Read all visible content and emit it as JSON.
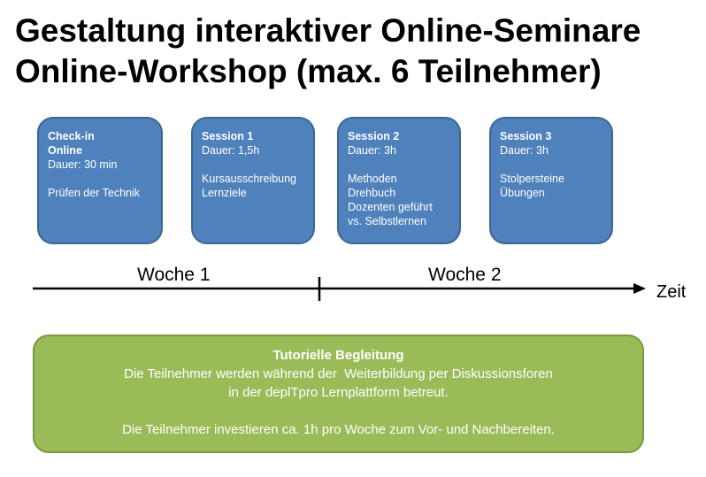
{
  "title": {
    "line1": "Gestaltung interaktiver Online-Seminare",
    "line2": "Online-Workshop (max. 6 Teilnehmer)"
  },
  "sessions": [
    {
      "lines": [
        "Check-in",
        "Online",
        "Dauer: 30 min",
        "",
        "Prüfen der Technik"
      ]
    },
    {
      "lines": [
        "Session 1",
        "Dauer: 1,5h",
        "",
        "Kursausschreibung",
        "Lernziele"
      ]
    },
    {
      "lines": [
        "Session 2",
        "Dauer: 3h",
        "",
        "Methoden",
        "Drehbuch",
        "Dozenten geführt",
        "vs. Selbstlernen"
      ]
    },
    {
      "lines": [
        "Session 3",
        "Dauer: 3h",
        "",
        "Stolpersteine",
        "Übungen"
      ]
    }
  ],
  "timeline": {
    "weeks": [
      "Woche 1",
      "Woche 2"
    ],
    "axis_label": "Zeit"
  },
  "support_box": {
    "title": "Tutorielle Begleitung",
    "line1": "Die Teilnehmer werden während der  Weiterbildung per Diskussionsforen",
    "line2": "in der deplTpro Lernplattform betreut.",
    "line3": "",
    "line4": "Die Teilnehmer investieren ca. 1h pro Woche zum Vor- und Nachbereiten."
  },
  "colors": {
    "session_fill": "#4f81bd",
    "support_fill": "#9bbb59"
  }
}
